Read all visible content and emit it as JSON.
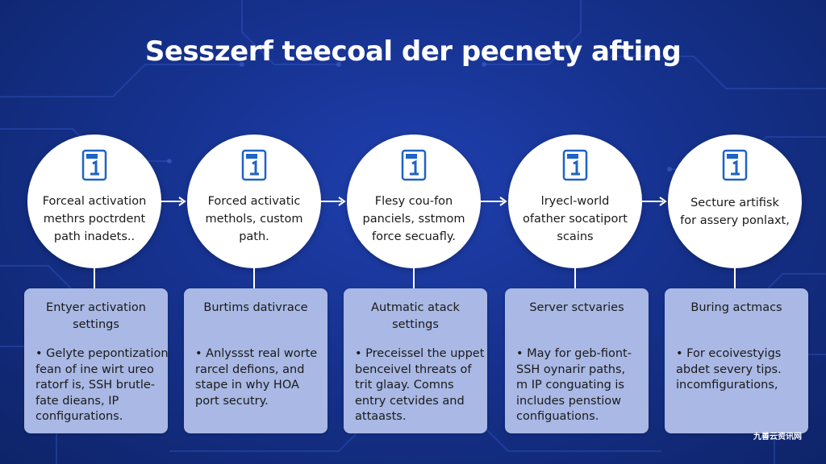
{
  "title": "Sesszerf teecoal der pecnety afting",
  "steps": [
    {
      "circle_lines": [
        "Forceal activation",
        "methrs poctrdent",
        "path inadets.."
      ],
      "card_title_lines": [
        "Entyer activation",
        "settings"
      ],
      "card_body_lines": [
        "• Gelyte pepontization",
        "fean of ine wirt ureo",
        "ratorf is, SSH brutle-",
        "fate dieans, IP",
        "configurations."
      ]
    },
    {
      "circle_lines": [
        "Forced activatic",
        "methols, custom",
        "path."
      ],
      "card_title_lines": [
        "Burtims dativrace"
      ],
      "card_body_lines": [
        "• Anlyssst real worte",
        "rarcel defions, and",
        "stape in why HOA",
        "port secutry."
      ]
    },
    {
      "circle_lines": [
        "Flesy cou-fon",
        "panciels, sstmom",
        "force secuafly."
      ],
      "card_title_lines": [
        "Autmatic atack",
        "settings"
      ],
      "card_body_lines": [
        "• Preceissel the uppet",
        "benceivel threats of",
        "trit glaay. Comns",
        "entry cetvides and",
        "attaasts."
      ]
    },
    {
      "circle_lines": [
        "lryecl-world",
        "ofather socatiport",
        "scains"
      ],
      "card_title_lines": [
        "Server sctvaries"
      ],
      "card_body_lines": [
        "• May for geb-fiont-",
        "SSH oynarir paths,",
        "m IP conguating is",
        "includes penstiow",
        "configuations."
      ]
    },
    {
      "circle_lines": [
        "Secture artifisk",
        "for assery ponlaxt,"
      ],
      "card_title_lines": [
        "Buring actmacs"
      ],
      "card_body_lines": [
        "• For ecoivestyigs",
        "abdet severy tips.",
        "incomfigurations,"
      ]
    }
  ],
  "watermark": "九善云资讯网",
  "colors": {
    "background": "#16328f",
    "circle": "#ffffff",
    "card": "#a9b8e4",
    "icon": "#1e63c8",
    "title": "#ffffff"
  },
  "icons": [
    "document-icon",
    "arrow-right-icon"
  ]
}
